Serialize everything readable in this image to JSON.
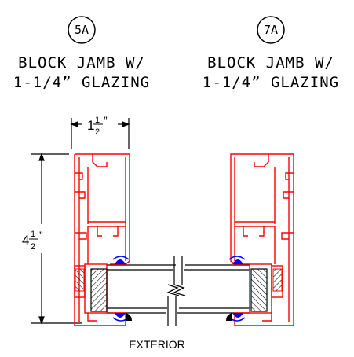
{
  "details": [
    {
      "tag": "5A",
      "title_line1": "BLOCK JAMB W/",
      "title_line2": "1-1/4” GLAZING"
    },
    {
      "tag": "7A",
      "title_line1": "BLOCK JAMB W/",
      "title_line2": "1-1/4” GLAZING"
    }
  ],
  "dimensions": {
    "width": {
      "whole": "1",
      "numerator": "1",
      "denominator": "2",
      "unit": "”"
    },
    "height": {
      "whole": "4",
      "numerator": "1",
      "denominator": "2",
      "unit": "”"
    }
  },
  "exterior_label": "EXTERIOR",
  "colors": {
    "frame": "#ff0000",
    "gasket": "#0000ff",
    "line": "#000000",
    "hatch": "#000000"
  }
}
